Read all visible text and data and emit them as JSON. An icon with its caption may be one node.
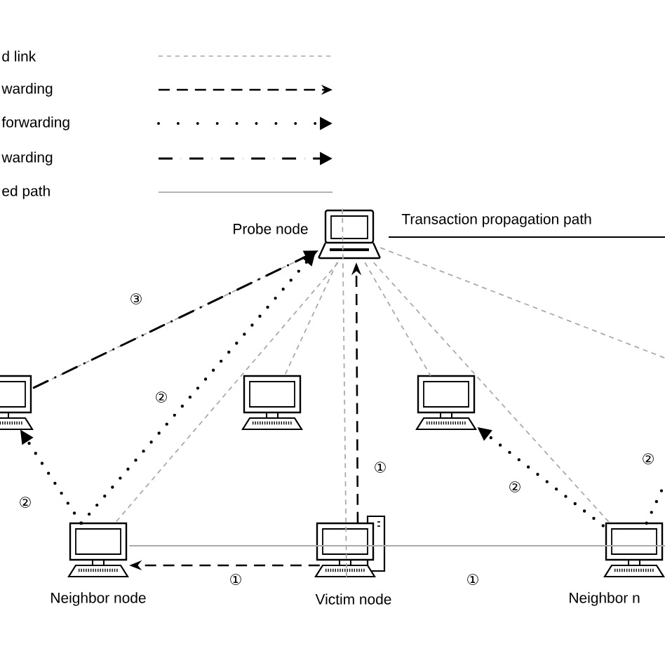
{
  "diagram": {
    "nodes": [
      {
        "text": [
          "Probe node"
        ]
      },
      {
        "text": [],
        "shape": "computer"
      },
      {
        "text": [],
        "shape": "computer"
      },
      {
        "text": [],
        "shape": "computer"
      },
      {
        "text": [
          "Neighbor node"
        ]
      },
      {
        "text": [
          "Victim node"
        ]
      },
      {
        "text": [
          "Neighbor n"
        ]
      }
    ],
    "edges": [
      {
        "from": 0,
        "to": 1,
        "arrow": "none",
        "style": "dashed"
      },
      {
        "from": 0,
        "to": 2,
        "arrow": "none",
        "style": "dashed"
      },
      {
        "from": 0,
        "to": 3,
        "arrow": "none",
        "style": "dashed"
      },
      {
        "from": 0,
        "to": 4,
        "arrow": "none",
        "style": "dashed"
      },
      {
        "from": 0,
        "to": 5,
        "arrow": "none",
        "style": "dashed"
      },
      {
        "from": 0,
        "to": 6,
        "arrow": "none",
        "style": "dashed"
      },
      {
        "from": 0,
        "to": null,
        "arrow": "none",
        "style": "dashed"
      },
      {
        "from": 4,
        "to": 5,
        "arrow": "none"
      },
      {
        "from": 5,
        "to": 6,
        "arrow": "none",
        "label": "①"
      },
      {
        "from": 5,
        "to": 0,
        "arrow": "to",
        "style": "dashed",
        "color": "#000000",
        "label": "①"
      },
      {
        "from": 5,
        "to": 4,
        "arrow": "to",
        "style": "dashed",
        "color": "#000000",
        "label": "①"
      },
      {
        "from": 4,
        "to": 0,
        "arrow": "to",
        "style": "dashed",
        "color": "#000000",
        "label": "②"
      },
      {
        "from": 4,
        "to": 1,
        "arrow": "to",
        "style": "dashed",
        "color": "#000000",
        "label": "②"
      },
      {
        "from": 6,
        "to": 3,
        "arrow": "to",
        "style": "dashed",
        "color": "#000000",
        "label": "②"
      },
      {
        "from": 6,
        "to": null,
        "arrow": "none",
        "style": "dashed",
        "color": "#000000",
        "label": "②"
      },
      {
        "from": 1,
        "to": 0,
        "arrow": "to",
        "style": "dashed",
        "color": "#000000",
        "label": "③"
      }
    ],
    "labels": [
      "Transaction propagation path"
    ],
    "legend": [
      {
        "text": "d link"
      },
      {
        "text": "warding"
      },
      {
        "text": "forwarding"
      },
      {
        "text": "warding"
      },
      {
        "text": "ed path"
      }
    ]
  }
}
